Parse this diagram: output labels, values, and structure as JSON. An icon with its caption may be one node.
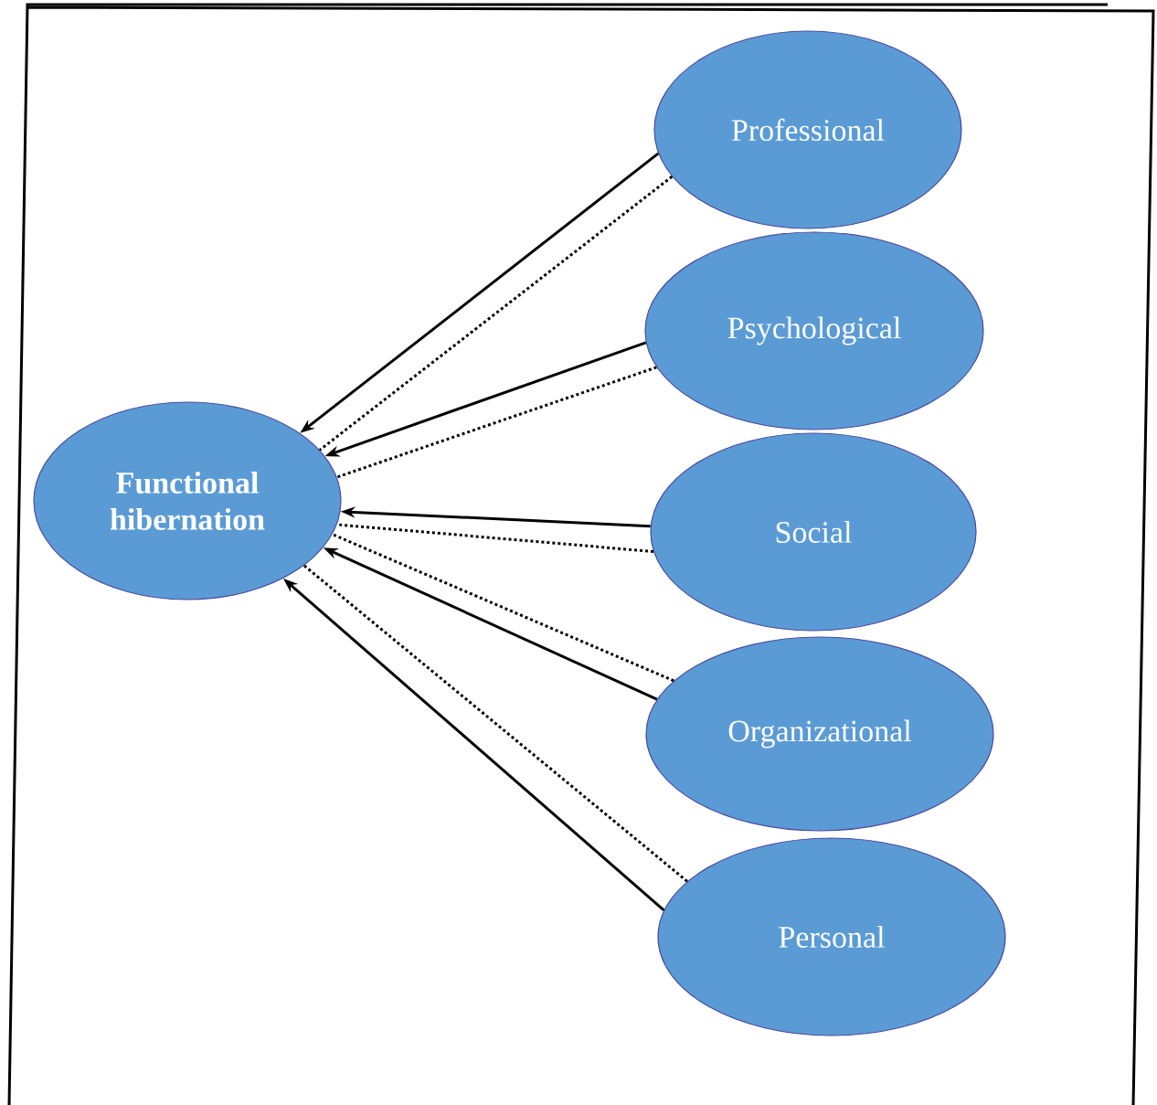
{
  "diagram": {
    "nodes": [
      {
        "text": [
          "Functional hibernation"
        ]
      },
      {
        "text": [
          "Professional"
        ]
      },
      {
        "text": [
          "Psychological"
        ]
      },
      {
        "text": [
          "Social"
        ]
      },
      {
        "text": [
          "Organizational"
        ]
      },
      {
        "text": [
          "Personal"
        ]
      }
    ],
    "edges": [
      {
        "from": 1,
        "to": 0,
        "arrow": "to"
      },
      {
        "from": 1,
        "to": 0,
        "arrow": "none",
        "style": "dashed"
      },
      {
        "from": 2,
        "to": 0,
        "arrow": "to"
      },
      {
        "from": 2,
        "to": 0,
        "arrow": "none",
        "style": "dashed"
      },
      {
        "from": 3,
        "to": 0,
        "arrow": "to"
      },
      {
        "from": 3,
        "to": 0,
        "arrow": "none",
        "style": "dashed"
      },
      {
        "from": 4,
        "to": 0,
        "arrow": "to"
      },
      {
        "from": 4,
        "to": 0,
        "arrow": "none",
        "style": "dashed"
      },
      {
        "from": 5,
        "to": 0,
        "arrow": "to"
      },
      {
        "from": 5,
        "to": 0,
        "arrow": "none",
        "style": "dashed"
      }
    ]
  }
}
